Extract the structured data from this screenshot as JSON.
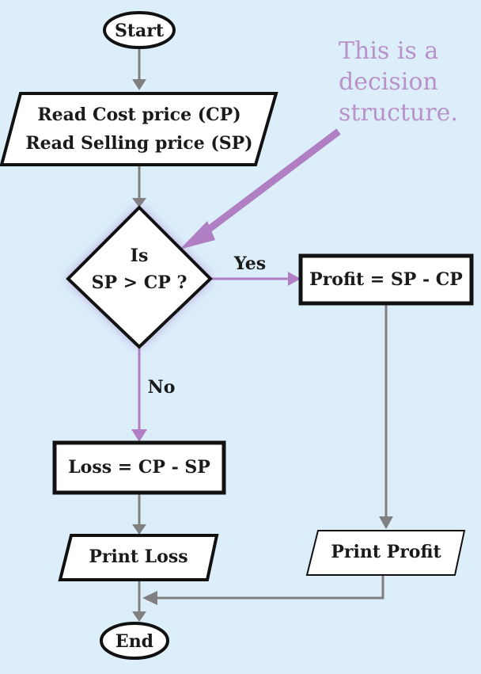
{
  "flowchart": {
    "start_label": "Start",
    "input_line1": "Read Cost price (CP)",
    "input_line2": "Read Selling price (SP)",
    "decision_line1": "Is",
    "decision_line2": "SP > CP ?",
    "yes_label": "Yes",
    "no_label": "No",
    "profit_label": "Profit = SP - CP",
    "loss_label": "Loss = CP - SP",
    "print_loss_label": "Print Loss",
    "print_profit_label": "Print Profit",
    "end_label": "End"
  },
  "callout": {
    "line1": "This is a",
    "line2": "decision",
    "line3": "structure."
  },
  "colors": {
    "background": "#dbeefa",
    "connector": "#808080",
    "highlight": "#b07fc3",
    "callout_text": "#b892c9",
    "node_fill": "#ffffff",
    "node_border": "#111111"
  }
}
